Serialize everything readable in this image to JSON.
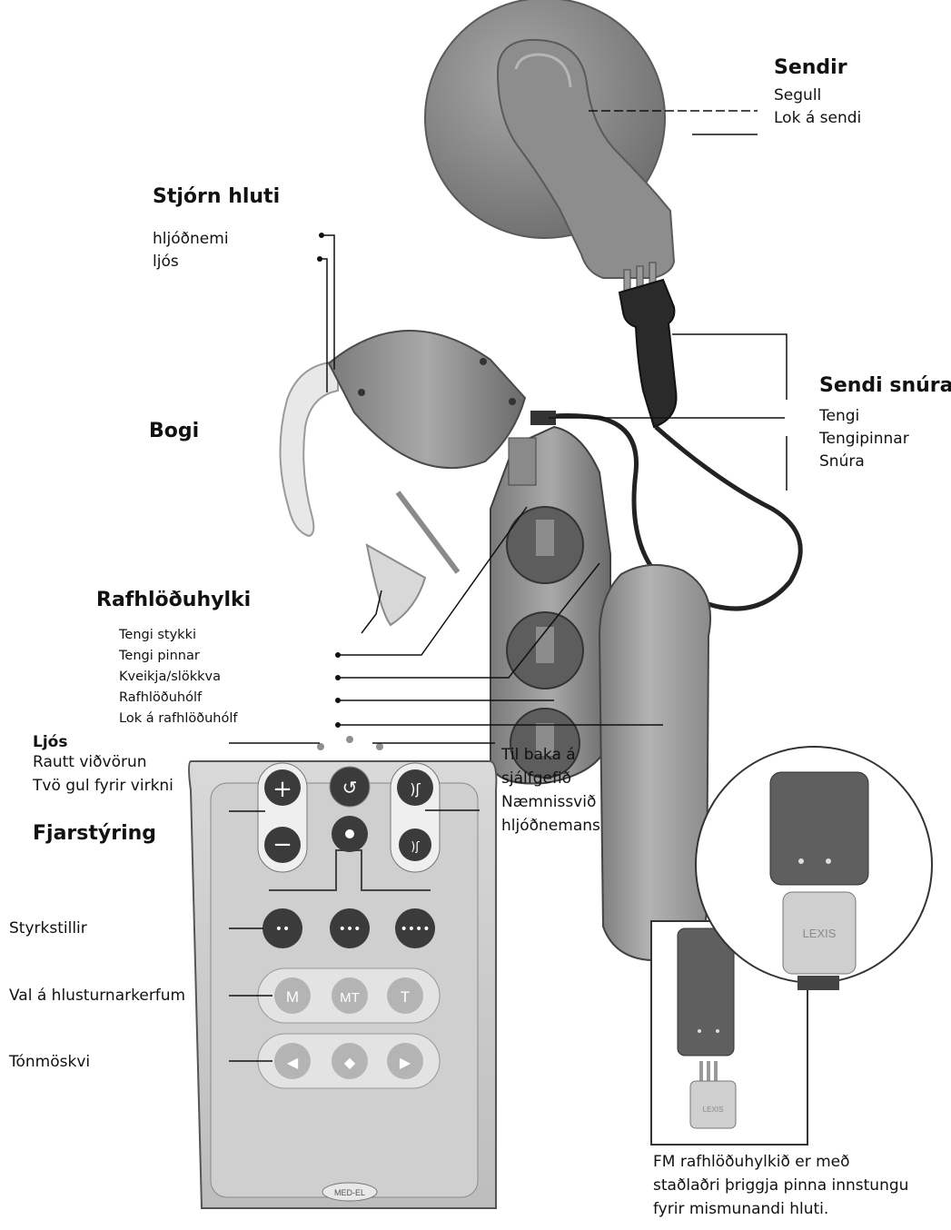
{
  "sendir": {
    "heading": "Sendir",
    "items": [
      "Segull",
      "Lok á sendi"
    ]
  },
  "stjorn": {
    "heading": "Stjórn hluti",
    "items": [
      "hljóðnemi",
      "ljós"
    ]
  },
  "bogi": {
    "heading": "Bogi"
  },
  "snura": {
    "heading": "Sendi snúra",
    "items": [
      "Tengi",
      "Tengipinnar",
      "Snúra"
    ]
  },
  "rafhlodu": {
    "heading": "Rafhlöðuhylki",
    "items": [
      "Tengi stykki",
      "Tengi pinnar",
      "Kveikja/slökkva",
      "Rafhlöðuhólf",
      "Lok á rafhlöðuhólf"
    ]
  },
  "fjarstyring": {
    "heading": "Fjarstýring"
  },
  "remote": {
    "ljos_heading": "Ljós",
    "ljos_items": [
      "Rautt  viðvörun",
      "Tvö gul fyrir virkni"
    ],
    "back_items": [
      "Til baka á",
      "sjálfgefið"
    ],
    "sens_items": [
      "Næmnissvið",
      "hljóðnemans"
    ],
    "volume": "Styrkstillir",
    "program": "Val á hlusturnarkerfum",
    "tone": "Tónmöskvi",
    "btn_m": "M",
    "btn_mt": "MT",
    "btn_t": "T",
    "brand": "MED-EL"
  },
  "fm": {
    "brand": "LEXIS",
    "caption": [
      "FM rafhlöðuhylkið er með",
      "staðlaðri þriggja pinna innstungu",
      "fyrir mismunandi hluti."
    ]
  },
  "colors": {
    "device": "#8f8f8f",
    "device_dark": "#5c5c5c",
    "remote_face": "#bdbdbd",
    "button_dark": "#3b3b3b"
  }
}
